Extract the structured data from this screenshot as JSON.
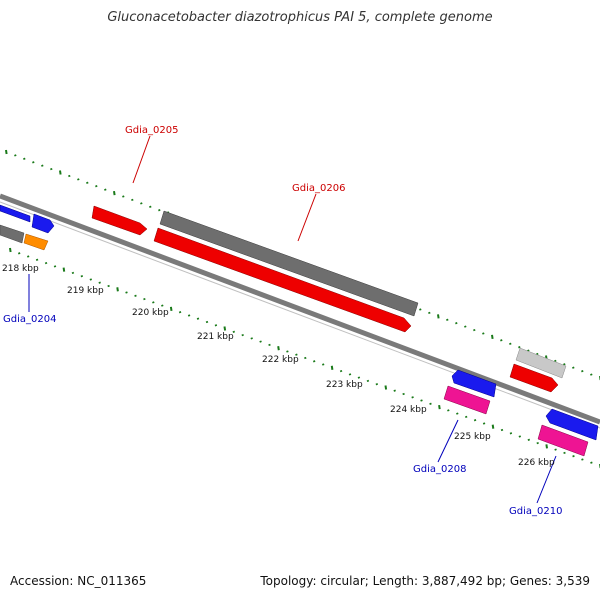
{
  "title": "Gluconacetobacter diazotrophicus PAI 5, complete genome",
  "footer": {
    "accession": "Accession: NC_011365",
    "topology": "Topology: circular; Length: 3,887,492 bp; Genes: 3,539"
  },
  "colors": {
    "backbone": "#7a7a7a",
    "ticks": "#1a7a1a",
    "red": "#ee0000",
    "gray": "#6e6e6e",
    "light_gray": "#c8c8c8",
    "blue": "#0000ee",
    "orange": "#ff8c00",
    "magenta": "#ee1493",
    "label_red": "#cc0000",
    "label_blue": "#0000bb"
  },
  "scale_labels": [
    "218 kbp",
    "219 kbp",
    "220 kbp",
    "221 kbp",
    "222 kbp",
    "223 kbp",
    "224 kbp",
    "225 kbp",
    "226 kbp"
  ],
  "gene_labels": {
    "g0204": "Gdia_0204",
    "g0205": "Gdia_0205",
    "g0206": "Gdia_0206",
    "g0208": "Gdia_0208",
    "g0210": "Gdia_0210"
  }
}
